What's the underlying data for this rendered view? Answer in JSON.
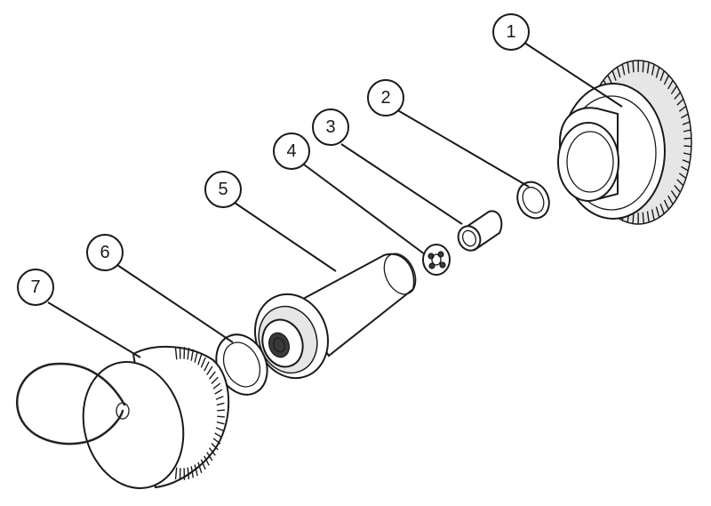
{
  "callouts": [
    {
      "label": "1"
    },
    {
      "label": "2"
    },
    {
      "label": "3"
    },
    {
      "label": "4"
    },
    {
      "label": "5"
    },
    {
      "label": "6"
    },
    {
      "label": "7"
    }
  ],
  "colors": {
    "ink": "#1a1a1a",
    "background": "#ffffff",
    "shade": "#e6e6e6"
  }
}
